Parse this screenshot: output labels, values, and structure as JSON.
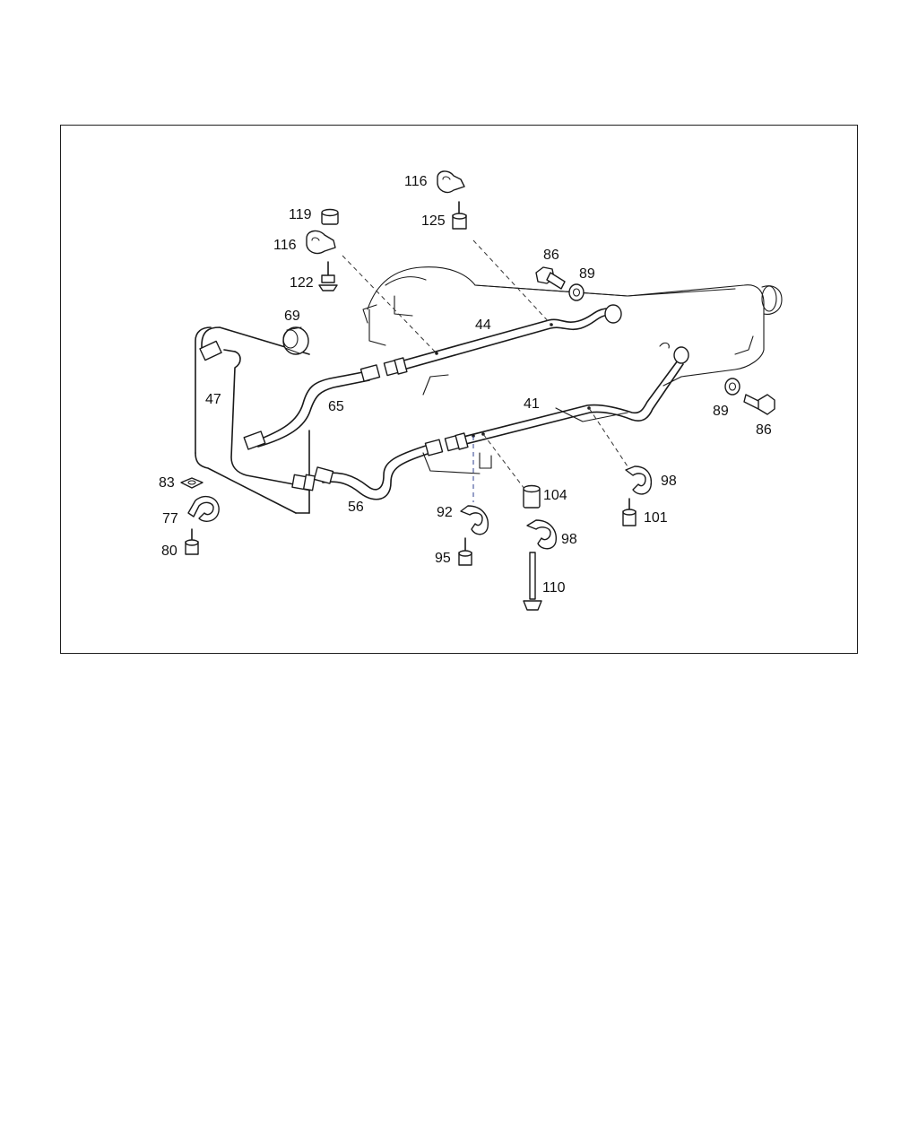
{
  "diagram": {
    "parts": [
      {
        "id": "p116a",
        "label": "116"
      },
      {
        "id": "p125",
        "label": "125"
      },
      {
        "id": "p119",
        "label": "119"
      },
      {
        "id": "p116b",
        "label": "116"
      },
      {
        "id": "p122",
        "label": "122"
      },
      {
        "id": "p86a",
        "label": "86"
      },
      {
        "id": "p89a",
        "label": "89"
      },
      {
        "id": "p69",
        "label": "69"
      },
      {
        "id": "p44",
        "label": "44"
      },
      {
        "id": "p47",
        "label": "47"
      },
      {
        "id": "p65",
        "label": "65"
      },
      {
        "id": "p41",
        "label": "41"
      },
      {
        "id": "p89b",
        "label": "89"
      },
      {
        "id": "p86b",
        "label": "86"
      },
      {
        "id": "p98a",
        "label": "98"
      },
      {
        "id": "p83",
        "label": "83"
      },
      {
        "id": "p56",
        "label": "56"
      },
      {
        "id": "p104",
        "label": "104"
      },
      {
        "id": "p77",
        "label": "77"
      },
      {
        "id": "p92",
        "label": "92"
      },
      {
        "id": "p101",
        "label": "101"
      },
      {
        "id": "p80",
        "label": "80"
      },
      {
        "id": "p98b",
        "label": "98"
      },
      {
        "id": "p95",
        "label": "95"
      },
      {
        "id": "p110",
        "label": "110"
      }
    ],
    "colors": {
      "ink": "#1a1a1a",
      "frame": "#1f1f1f",
      "leader_blue": "#2c3f8f",
      "background": "#ffffff"
    }
  }
}
